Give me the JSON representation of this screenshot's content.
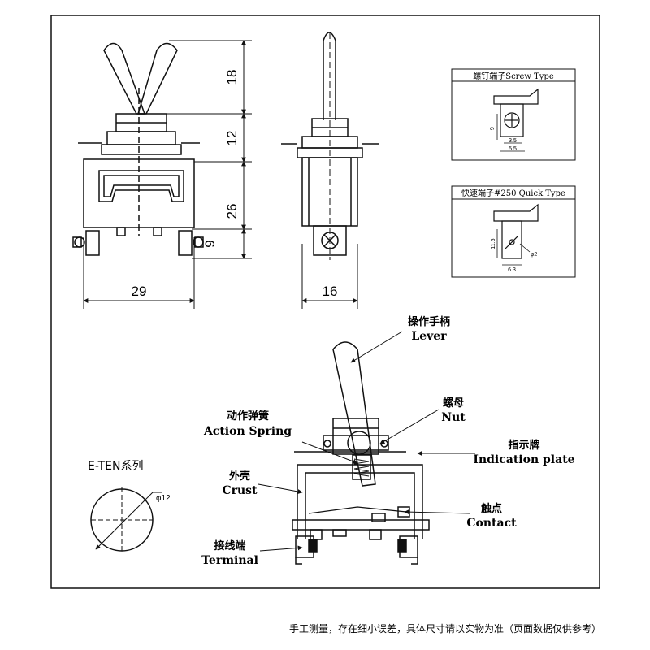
{
  "dimensions": {
    "height_lever": "18",
    "height_bushing": "12",
    "height_body": "26",
    "height_terminal": "9",
    "width_front": "29",
    "width_side": "16"
  },
  "terminal_types": {
    "screw": {
      "title": "螺钉端子Screw Type",
      "dim_height": "9",
      "dim_a": "3.5",
      "dim_b": "5.5"
    },
    "quick": {
      "title": "快速端子#250 Quick Type",
      "dim_height": "11.5",
      "dim_width": "6.3",
      "dim_hole": "φ2"
    }
  },
  "series": {
    "name": "E-TEN系列",
    "diameter": "φ12"
  },
  "parts": {
    "lever": {
      "cn": "操作手柄",
      "en": "Lever"
    },
    "nut": {
      "cn": "螺母",
      "en": "Nut"
    },
    "spring": {
      "cn": "动作弹簧",
      "en": "Action Spring"
    },
    "indication": {
      "cn": "指示牌",
      "en": "Indication plate"
    },
    "crust": {
      "cn": "外壳",
      "en": "Crust"
    },
    "contact": {
      "cn": "触点",
      "en": "Contact"
    },
    "terminal": {
      "cn": "接线端",
      "en": "Terminal"
    }
  },
  "footnote": "手工测量，存在细小误差，具体尺寸请以实物为准（页面数据仅供参考）"
}
